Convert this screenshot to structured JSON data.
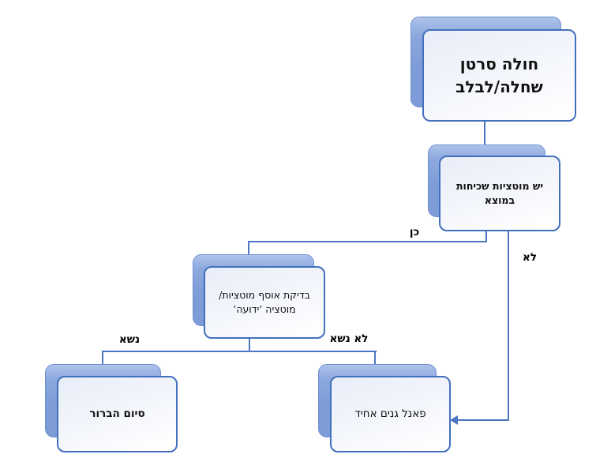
{
  "diagram": {
    "type": "flowchart",
    "language": "he",
    "background_color": "#ffffff",
    "accent_color": "#4472C4",
    "shadow_fill_color": "#7E9CD7",
    "node_fill_color": "#F2F5FB",
    "nodes": [
      {
        "name": "cancer-patient",
        "label": "חולה סרטן\nשחלה/לבלב"
      },
      {
        "name": "common-mutations-question",
        "label": "יש מוטציות שכיחות\nבמוצא"
      },
      {
        "name": "mutation-collection-test",
        "label": "בדיקת אוסף מוטציות/\nמוטציה ’ידועה’"
      },
      {
        "name": "end-of-workup",
        "label": "סיום הברור"
      },
      {
        "name": "uniform-gene-panel",
        "label": "פאנל גנים אחיד"
      }
    ],
    "edge_labels": {
      "yes": "כן",
      "no": "לא",
      "carrier": "נשא",
      "not_carrier": "לא נשא"
    }
  }
}
